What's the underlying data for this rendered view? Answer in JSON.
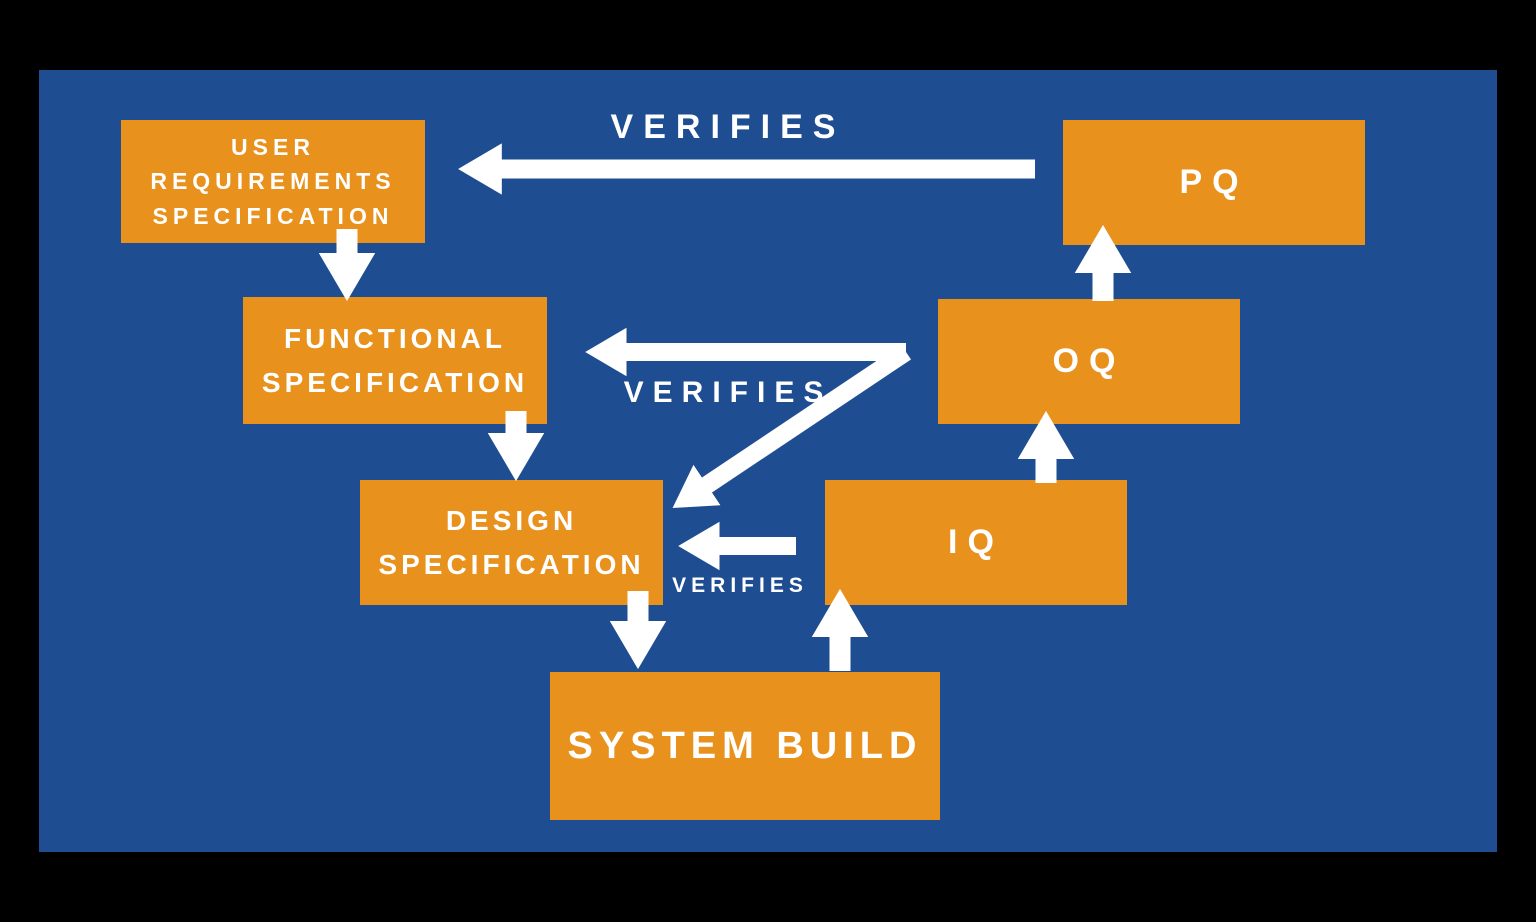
{
  "diagram": {
    "type": "v-model-validation-flow",
    "colors": {
      "background": "#000000",
      "canvas": "#1E4D92",
      "box": "#E8911C",
      "box_text": "#FFFFFF",
      "arrow": "#FFFFFF",
      "label_text": "#FFFFFF"
    },
    "boxes": {
      "urs": {
        "line1": "USER",
        "line2": "REQUIREMENTS",
        "line3": "SPECIFICATION"
      },
      "fs": {
        "line1": "FUNCTIONAL",
        "line2": "SPECIFICATION"
      },
      "ds": {
        "line1": "DESIGN",
        "line2": "SPECIFICATION"
      },
      "system_build": {
        "label": "SYSTEM BUILD"
      },
      "iq": {
        "label": "IQ"
      },
      "oq": {
        "label": "OQ"
      },
      "pq": {
        "label": "PQ"
      }
    },
    "arrow_labels": {
      "pq_verifies_urs": "VERIFIES",
      "oq_verifies_fs": "VERIFIES",
      "iq_verifies_ds": "VERIFIES"
    }
  }
}
